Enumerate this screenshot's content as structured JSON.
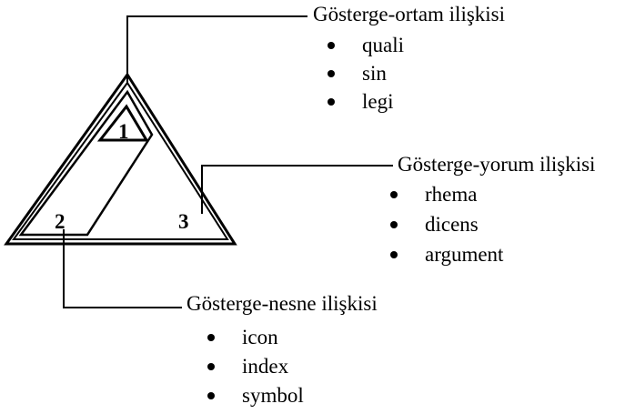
{
  "diagram": {
    "numbers": [
      "1",
      "2",
      "3"
    ],
    "sections": [
      {
        "heading": "Gösterge-ortam ilişkisi",
        "items": [
          "quali",
          "sin",
          "legi"
        ]
      },
      {
        "heading": "Gösterge-yorum ilişkisi",
        "items": [
          "rhema",
          "dicens",
          "argument"
        ]
      },
      {
        "heading": "Gösterge-nesne ilişkisi",
        "items": [
          "icon",
          "index",
          "symbol"
        ]
      }
    ]
  }
}
